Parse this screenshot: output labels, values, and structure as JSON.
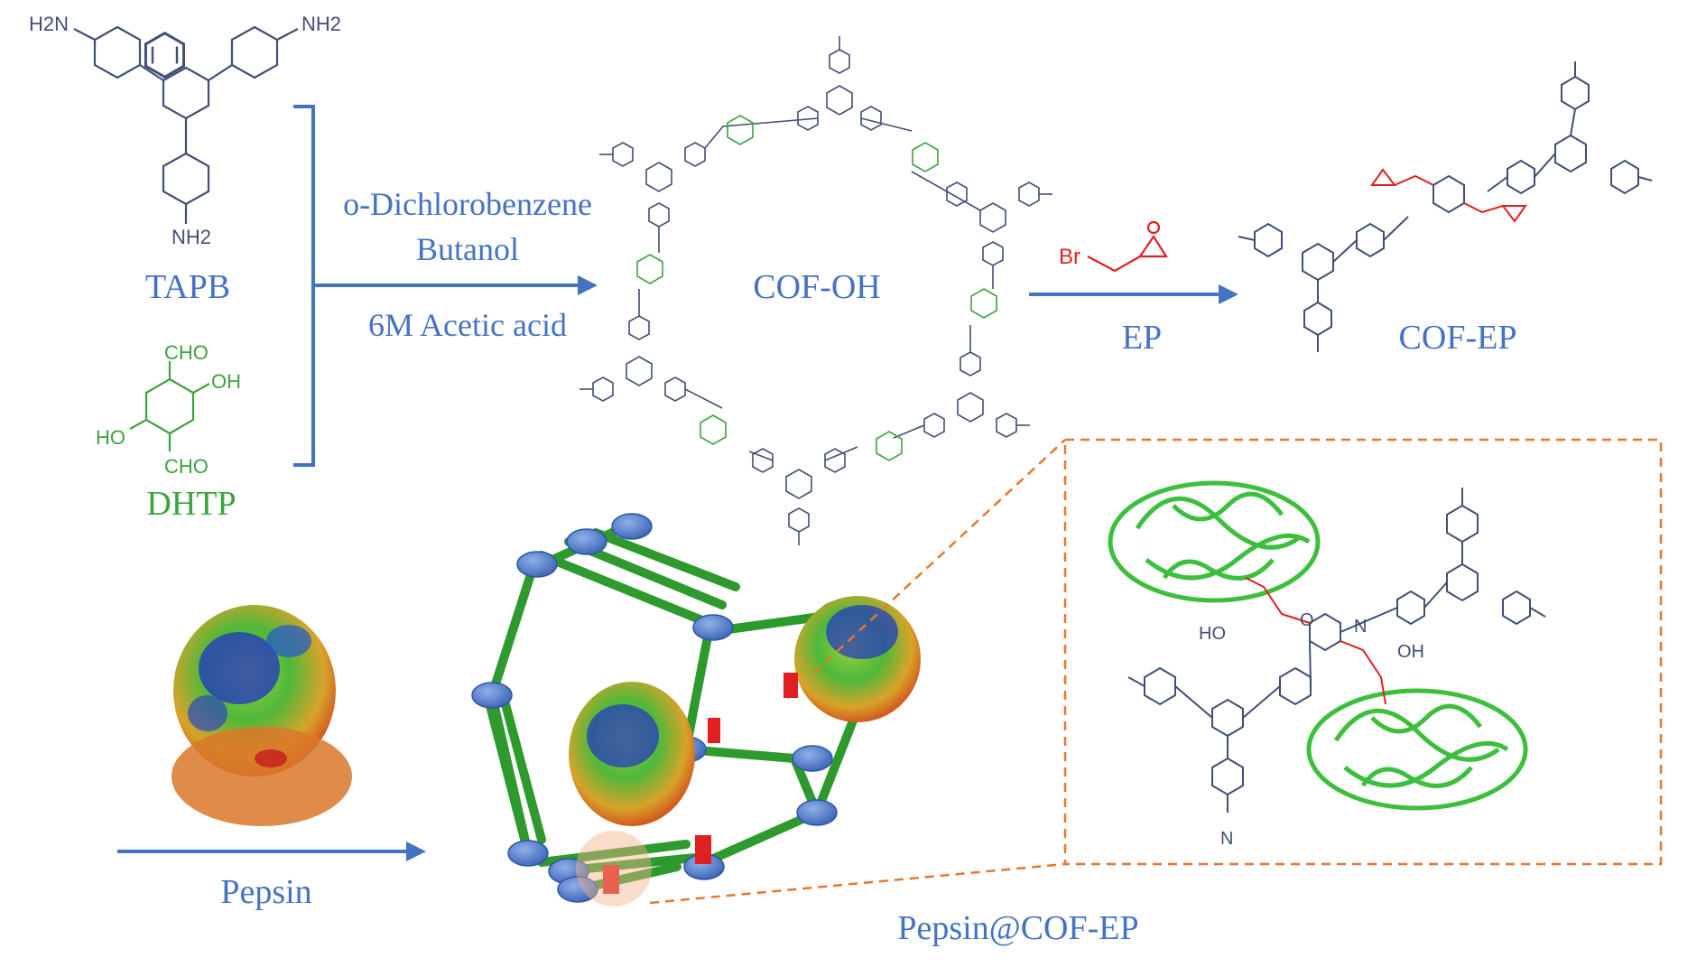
{
  "reagents": {
    "tapb": {
      "name": "TAPB",
      "amine_label": "H2N",
      "amine_label_right": "NH2",
      "amine_label_bottom": "NH2"
    },
    "dhtp": {
      "name": "DHTP",
      "cho_top": "CHO",
      "cho_bottom": "CHO",
      "oh_right": "OH",
      "oh_left": "HO"
    }
  },
  "step1": {
    "solvent1": "o-Dichlorobenzene",
    "solvent2": "Butanol",
    "catalyst": "6M Acetic acid"
  },
  "cof_oh": {
    "label": "COF-OH"
  },
  "step2": {
    "reagent_label": "EP",
    "br_label": "Br"
  },
  "cof_ep": {
    "label": "COF-EP"
  },
  "step3": {
    "reagent_label": "Pepsin"
  },
  "product": {
    "label": "Pepsin@COF-EP"
  },
  "inset": {
    "ho_label": "HO",
    "oh_label": "OH",
    "n_label": "N",
    "o_label": "O"
  },
  "colors": {
    "blue": "#4472c4",
    "green": "#3da33d",
    "red": "#e02020",
    "dark_struct": "#3f4f75",
    "orange_dash": "#e8762d",
    "tube_green": "#2e9a2e",
    "node_blue": "#4a78c8"
  }
}
